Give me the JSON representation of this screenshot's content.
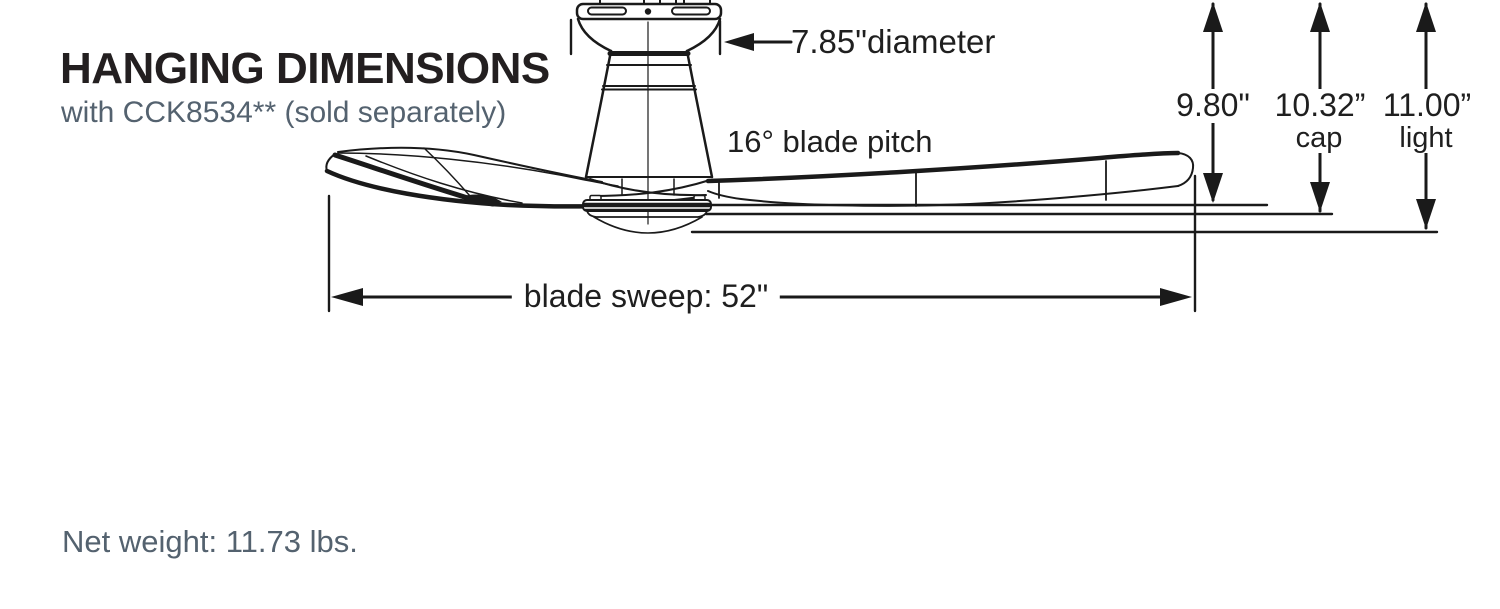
{
  "header": {
    "title": "HANGING DIMENSIONS",
    "subtitle": "with CCK8534** (sold separately)"
  },
  "diagram": {
    "diameter_label": "7.85\"diameter",
    "blade_pitch_label": "16° blade pitch",
    "blade_sweep_label": "blade sweep: 52\"",
    "hanging_dimensions": [
      {
        "value": "9.80\"",
        "sublabel": ""
      },
      {
        "value": "10.32”",
        "sublabel": "cap"
      },
      {
        "value": "11.00”",
        "sublabel": "light"
      }
    ]
  },
  "footer": {
    "net_weight": "Net weight: 11.73 lbs."
  },
  "colors": {
    "line": "#1a1a1a",
    "title_text": "#231f20",
    "slate_text": "#54626f",
    "background": "#ffffff"
  }
}
